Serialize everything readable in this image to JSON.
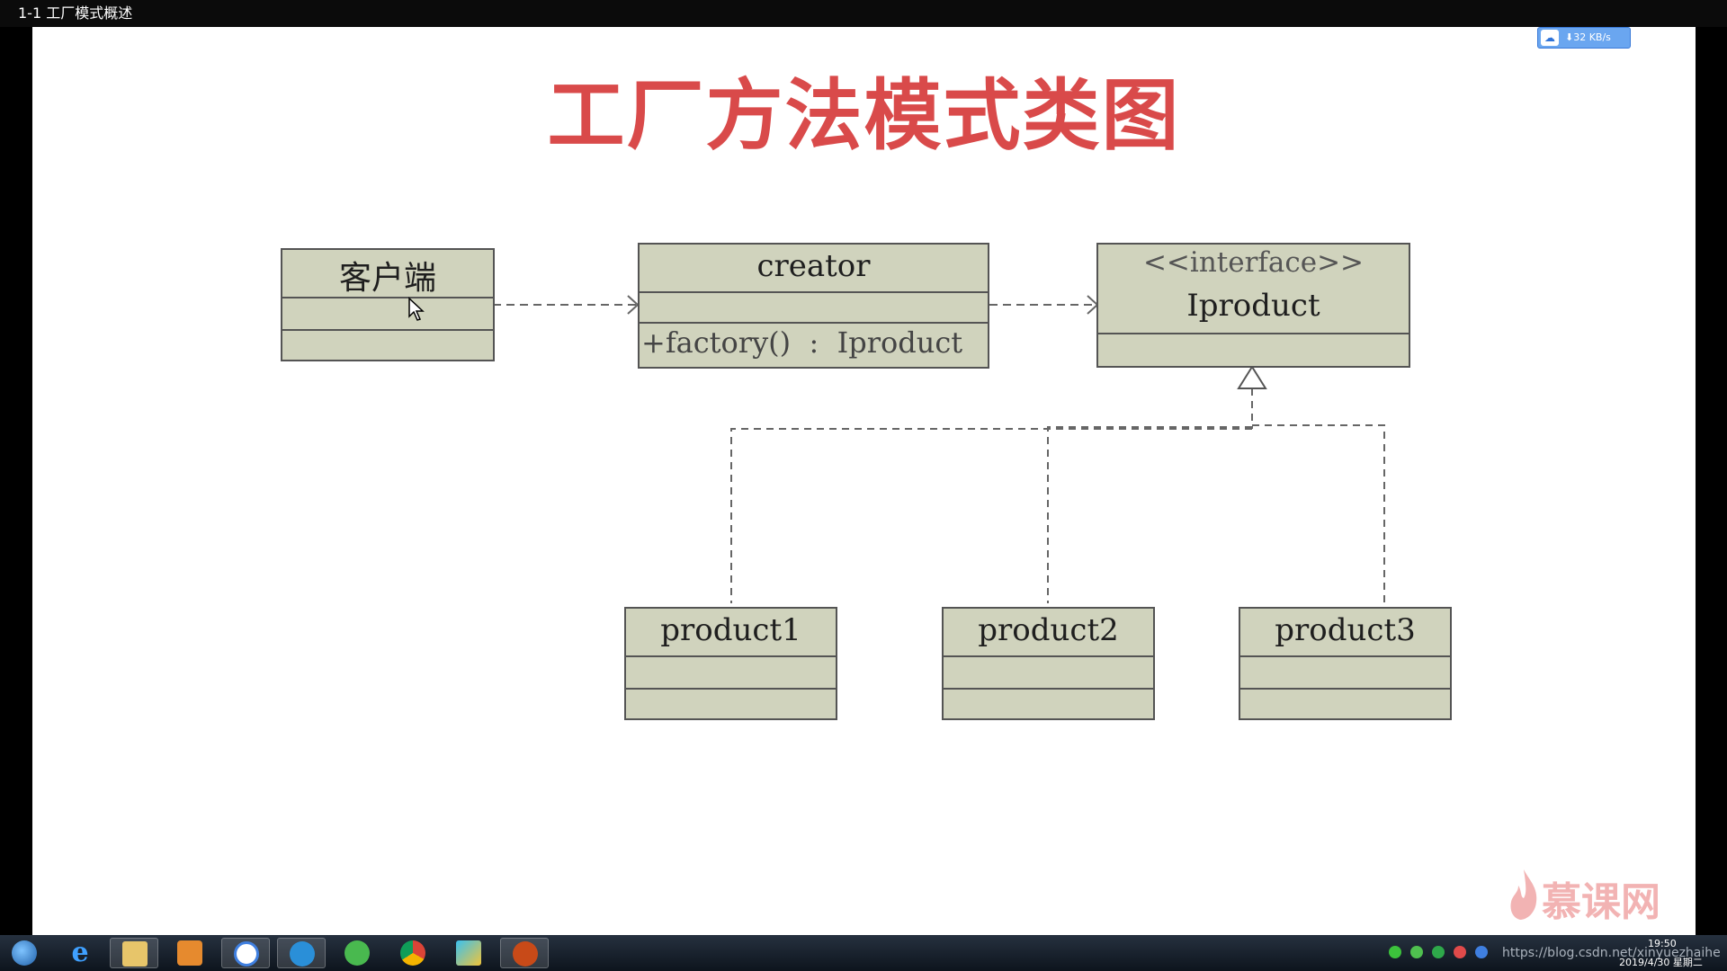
{
  "window": {
    "title": "1-1 工厂模式概述"
  },
  "badge": {
    "icon": "baidu-cloud-icon",
    "rate": "⬇32 KB/s"
  },
  "slide": {
    "title": "工厂方法模式类图"
  },
  "diagram": {
    "client": {
      "name": "客户端"
    },
    "creator": {
      "name": "creator",
      "method": "+factory()  :  Iproduct"
    },
    "iproduct": {
      "stereotype": "<<interface>>",
      "name": "Iproduct"
    },
    "products": [
      {
        "name": "product1"
      },
      {
        "name": "product2"
      },
      {
        "name": "product3"
      }
    ]
  },
  "watermark": {
    "text": "慕课网"
  },
  "taskbar": {
    "apps": [
      {
        "icon": "windows-start-icon"
      },
      {
        "icon": "internet-explorer-icon"
      },
      {
        "icon": "file-explorer-icon"
      },
      {
        "icon": "media-player-icon"
      },
      {
        "icon": "baidu-netdisk-icon"
      },
      {
        "icon": "browser-icon"
      },
      {
        "icon": "sync-icon"
      },
      {
        "icon": "chrome-icon"
      },
      {
        "icon": "video-player-icon"
      },
      {
        "icon": "java-icon"
      }
    ],
    "tray_url": "https://blog.csdn.net/xinyuezhaihe",
    "time": "19:50",
    "date": "2019/4/30 星期二"
  }
}
